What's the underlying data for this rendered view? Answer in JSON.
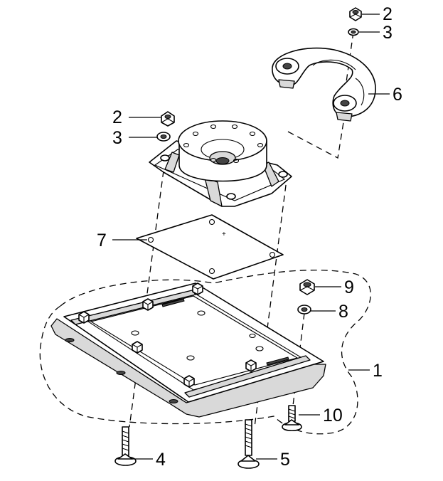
{
  "callouts": [
    {
      "id": "c2a",
      "text": "2"
    },
    {
      "id": "c3a",
      "text": "3"
    },
    {
      "id": "c6",
      "text": "6"
    },
    {
      "id": "c2b",
      "text": "2"
    },
    {
      "id": "c3b",
      "text": "3"
    },
    {
      "id": "c7",
      "text": "7"
    },
    {
      "id": "c9",
      "text": "9"
    },
    {
      "id": "c8",
      "text": "8"
    },
    {
      "id": "c1",
      "text": "1"
    },
    {
      "id": "c10",
      "text": "10"
    },
    {
      "id": "c4",
      "text": "4"
    },
    {
      "id": "c5",
      "text": "5"
    }
  ],
  "colors": {
    "line": "#000000",
    "shade": "#d9d9d9",
    "background": "#ffffff"
  }
}
